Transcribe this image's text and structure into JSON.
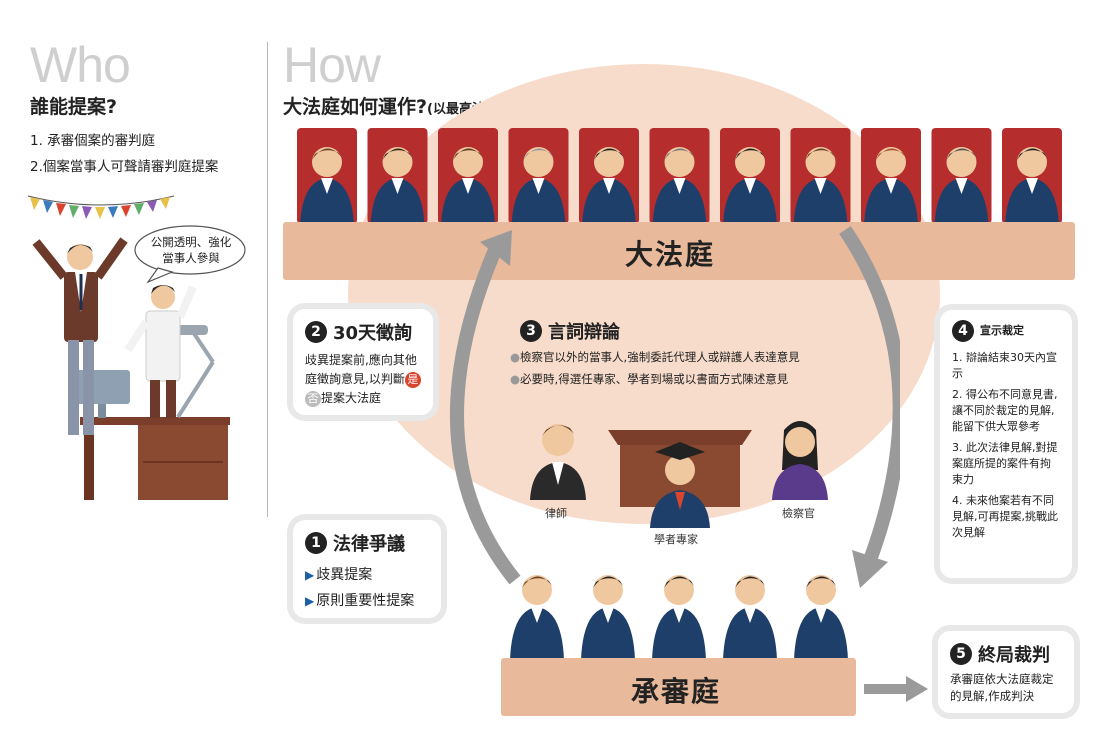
{
  "who": {
    "big_word": "Who",
    "heading": "誰能提案?",
    "items": [
      "1. 承審個案的審判庭",
      "2.個案當事人可聲請審判庭提案"
    ],
    "speech": "公開透明、強化當事人參與"
  },
  "how": {
    "big_word": "How",
    "heading": "大法庭如何運作?",
    "heading_note": "(以最高法院為例)"
  },
  "grand_bench_label": "大法庭",
  "trial_bench_label": "承審庭",
  "step1": {
    "num": "1",
    "title": "法律爭議",
    "items": [
      "歧異提案",
      "原則重要性提案"
    ]
  },
  "step2": {
    "num": "2",
    "title": "30天徵詢",
    "text_a": "歧異提案前,應向其他庭徵詢意見,以判斷",
    "yes": "是",
    "no": "否",
    "text_b": "提案大法庭"
  },
  "step3": {
    "num": "3",
    "title": "言詞辯論",
    "bullets": [
      "檢察官以外的當事人,強制委託代理人或辯護人表達意見",
      "必要時,得選任專家、學者到場或以書面方式陳述意見"
    ],
    "figures": [
      "律師",
      "學者專家",
      "檢察官"
    ]
  },
  "step4": {
    "num": "4",
    "title": "宣示裁定",
    "items": [
      "1. 辯論結束30天內宣示",
      "2. 得公布不同意見書,讓不同於裁定的見解,能留下供大眾參考",
      "3. 此次法律見解,對提案庭所提的案件有拘束力",
      "4. 未來他案若有不同見解,可再提案,挑戰此次見解"
    ]
  },
  "step5": {
    "num": "5",
    "title": "終局裁判",
    "text": "承審庭依大法庭裁定的見解,作成判決"
  },
  "colors": {
    "bench": "#e8b99a",
    "circle": "#f7dccb",
    "robe": "#1f3f6b",
    "chair": "#b52d2d",
    "arrow": "#9a9a9a"
  }
}
